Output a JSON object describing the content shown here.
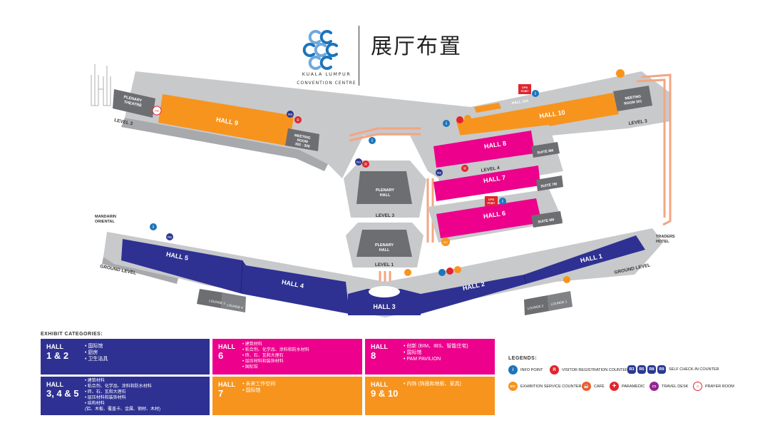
{
  "header": {
    "title": "展厅布置",
    "logo_line1": "KUALA LUMPUR",
    "logo_line2": "CONVENTION CENTRE"
  },
  "colors": {
    "hall_orange": "#f7941d",
    "hall_magenta": "#ec008c",
    "hall_navy": "#2e3192",
    "floor_grey": "#c8c9cb",
    "room_dark": "#6d6e71",
    "info_blue": "#1c75bc",
    "red_marker": "#e0252d"
  },
  "map": {
    "halls": {
      "hall9": "HALL 9",
      "hall10": "HALL 10",
      "hall10a": "HALL 10A",
      "hall8": "HALL 8",
      "hall7": "HALL 7",
      "hall6": "HALL 6",
      "hall5": "HALL 5",
      "hall4": "HALL 4",
      "hall3": "HALL 3",
      "hall2": "HALL 2",
      "hall1": "HALL 1"
    },
    "rooms": {
      "plenary_theatre_1": "PLENARY",
      "plenary_theatre_2": "THEATRE",
      "meeting_302_1": "MEETING",
      "meeting_302_2": "ROOM",
      "meeting_302_3": "302 - 306",
      "meeting_301_1": "MEETING",
      "meeting_301_2": "ROOM 301",
      "plenary_hall_upper_1": "PLENARY",
      "plenary_hall_upper_2": "HALL",
      "plenary_hall_lower_1": "PLENARY",
      "plenary_hall_lower_2": "HALL",
      "suite8m": "SUITE 8M",
      "suite7m": "SUITE 7M",
      "suite6m": "SUITE 6M",
      "lounge1": "LOUNGE 1",
      "lounge2": "LOUNGE 2",
      "lounge3": "LOUNGE 3",
      "lounge4": "LOUNGE 4"
    },
    "levels": {
      "level3_left": "LEVEL 3",
      "level3_right": "LEVEL 3",
      "level3_center": "LEVEL 3",
      "level4": "LEVEL 4",
      "level1": "LEVEL 1",
      "ground_left": "GROUND LEVEL",
      "ground_right": "GROUND LEVEL"
    },
    "landmarks": {
      "mandarin_1": "MANDARIN",
      "mandarin_2": "ORIENTAL",
      "traders_1": "TRADERS",
      "traders_2": "HOTEL"
    },
    "markers": {
      "r": "R",
      "r5": "R5",
      "r8": "R8",
      "r9": "R9",
      "r3": "R3",
      "info": "i",
      "prayer": "PR",
      "esc": "E/C",
      "cpd_1": "CPD",
      "cpd_2": "POINT"
    }
  },
  "categories": {
    "heading": "EXHIBIT CATEGORIES:",
    "items": [
      {
        "hall": "HALL",
        "num": "1 & 2",
        "lines": [
          "• 国际馆",
          "• 厨房",
          "• 卫生洁具"
        ]
      },
      {
        "hall": "HALL",
        "num": "6",
        "lines": [
          "• 建筑材料",
          "  • 粘合剂、化学品、涂料和防水材料",
          "  • 砖、石、瓦和大理石",
          "  • 层压材料和装饰材料",
          "• 国际馆"
        ]
      },
      {
        "hall": "HALL",
        "num": "8",
        "lines": [
          "• 创新 (BIM、IBS、智能住宅)",
          "• 国际馆",
          "• PAM PAVILION"
        ]
      },
      {
        "hall": "HALL",
        "num": "3, 4 & 5",
        "lines": [
          "• 建筑材料",
          "  • 粘合剂、化学品、涂料和防水材料",
          "  • 砖、石、瓦和大理石",
          "  • 层压材料和装饰材料",
          "• 结构材料",
          "  (铝、木板、覆盖卡、金属、钢材、木材)"
        ]
      },
      {
        "hall": "HALL",
        "num": "7",
        "lines": [
          "• 未来工作空间",
          "• 国际馆"
        ]
      },
      {
        "hall": "HALL",
        "num": "9 & 10",
        "lines": [
          "• 内饰 (饰面和地板、家具)"
        ]
      }
    ]
  },
  "legend": {
    "heading": "LEGENDS:",
    "info": "INFO POINT",
    "visitor_reg": "VISITOR REGISTRATION COUNTER",
    "self_checkin": "SELF CHECK-IN COUNTER",
    "tags": [
      "R3",
      "R5",
      "R8",
      "R9"
    ],
    "exhibition_service": "EXHIBITION SERVICE COUNTER",
    "cafe": "CAFÉ",
    "paramedic": "PARAMEDIC",
    "travel_desk": "TRAVEL DESK",
    "prayer": "PRAYER ROOM",
    "icon_info": "i",
    "icon_r": "R",
    "icon_esc": "E/C"
  }
}
